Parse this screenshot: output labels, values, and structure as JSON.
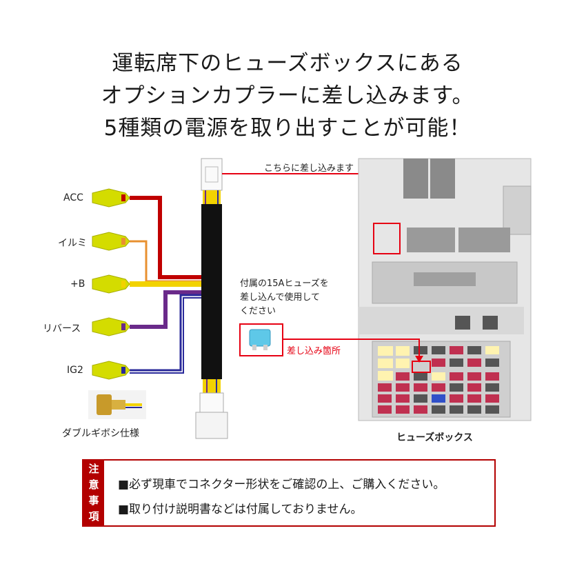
{
  "headline": {
    "line1": "運転席下のヒューズボックスにある",
    "line2": "オプションカプラーに差し込みます。",
    "line3": "5種類の電源を取り出すことが可能！"
  },
  "wires": [
    {
      "label": "ACC",
      "color": "#c00000"
    },
    {
      "label": "イルミ",
      "color": "#e89030"
    },
    {
      "label": "+B",
      "color": "#f2d200"
    },
    {
      "label": "リバース",
      "color": "#6a2a8a"
    },
    {
      "label": "IG2",
      "color": "#2a2a9a"
    }
  ],
  "double_bullet_label": "ダブルギボシ仕様",
  "insert_here_label": "こちらに差し込みます",
  "fuse_note": {
    "line1": "付属の15Aヒューズを",
    "line2": "差し込んで使用して",
    "line3": "ください"
  },
  "insert_spot_label": "差し込み箇所",
  "fuse_box_label": "ヒューズボックス",
  "notes": {
    "tag": [
      "注",
      "意",
      "事",
      "項"
    ],
    "line1": "■必ず現車でコネクター形状をご確認の上、ご購入ください。",
    "line2": "■取り付け説明書などは付属しておりません。"
  },
  "colors": {
    "accent_red": "#e60012",
    "note_red": "#b30000",
    "terminal_yellow": "#d4dc00"
  }
}
